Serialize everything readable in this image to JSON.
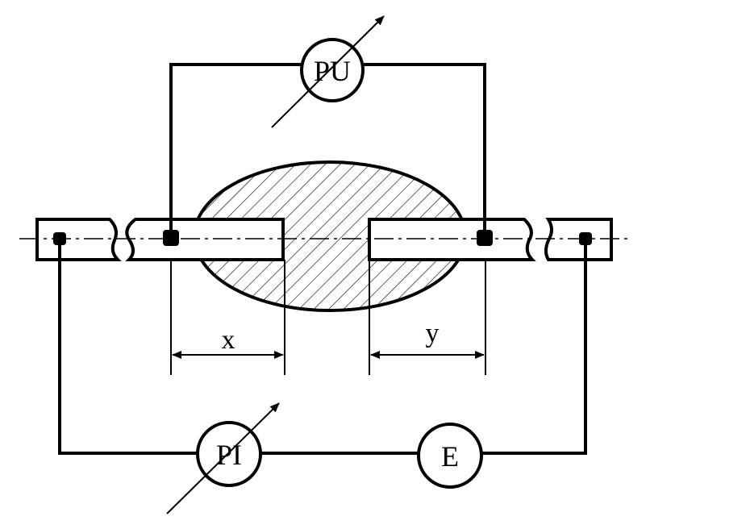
{
  "labels": {
    "voltmeter": "PU",
    "ammeter": "PI",
    "source": "E",
    "dim_left": "x",
    "dim_right": "y"
  },
  "colors": {
    "stroke": "#000000",
    "background": "#ffffff"
  }
}
